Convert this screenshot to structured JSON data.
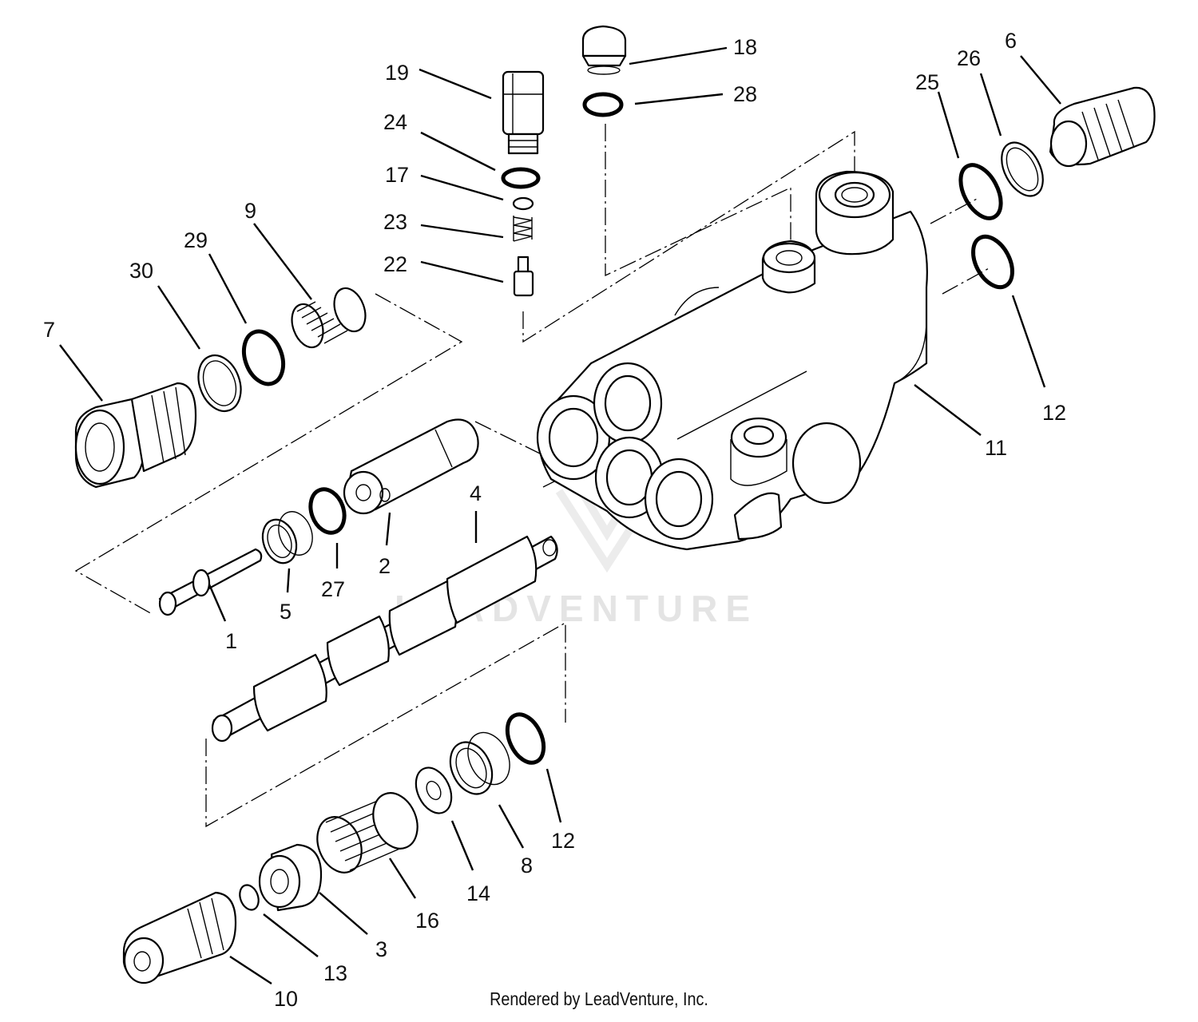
{
  "watermark": "LEADVENTURE",
  "footer": "Rendered by LeadVenture, Inc.",
  "callouts": {
    "c1": "1",
    "c2": "2",
    "c3": "3",
    "c4": "4",
    "c5": "5",
    "c6": "6",
    "c7": "7",
    "c8": "8",
    "c9": "9",
    "c10": "10",
    "c11": "11",
    "c12a": "12",
    "c12b": "12",
    "c13": "13",
    "c14": "14",
    "c16": "16",
    "c17": "17",
    "c18": "18",
    "c19": "19",
    "c22": "22",
    "c23": "23",
    "c24": "24",
    "c25": "25",
    "c26": "26",
    "c27": "27",
    "c28": "28",
    "c29": "29",
    "c30": "30"
  }
}
